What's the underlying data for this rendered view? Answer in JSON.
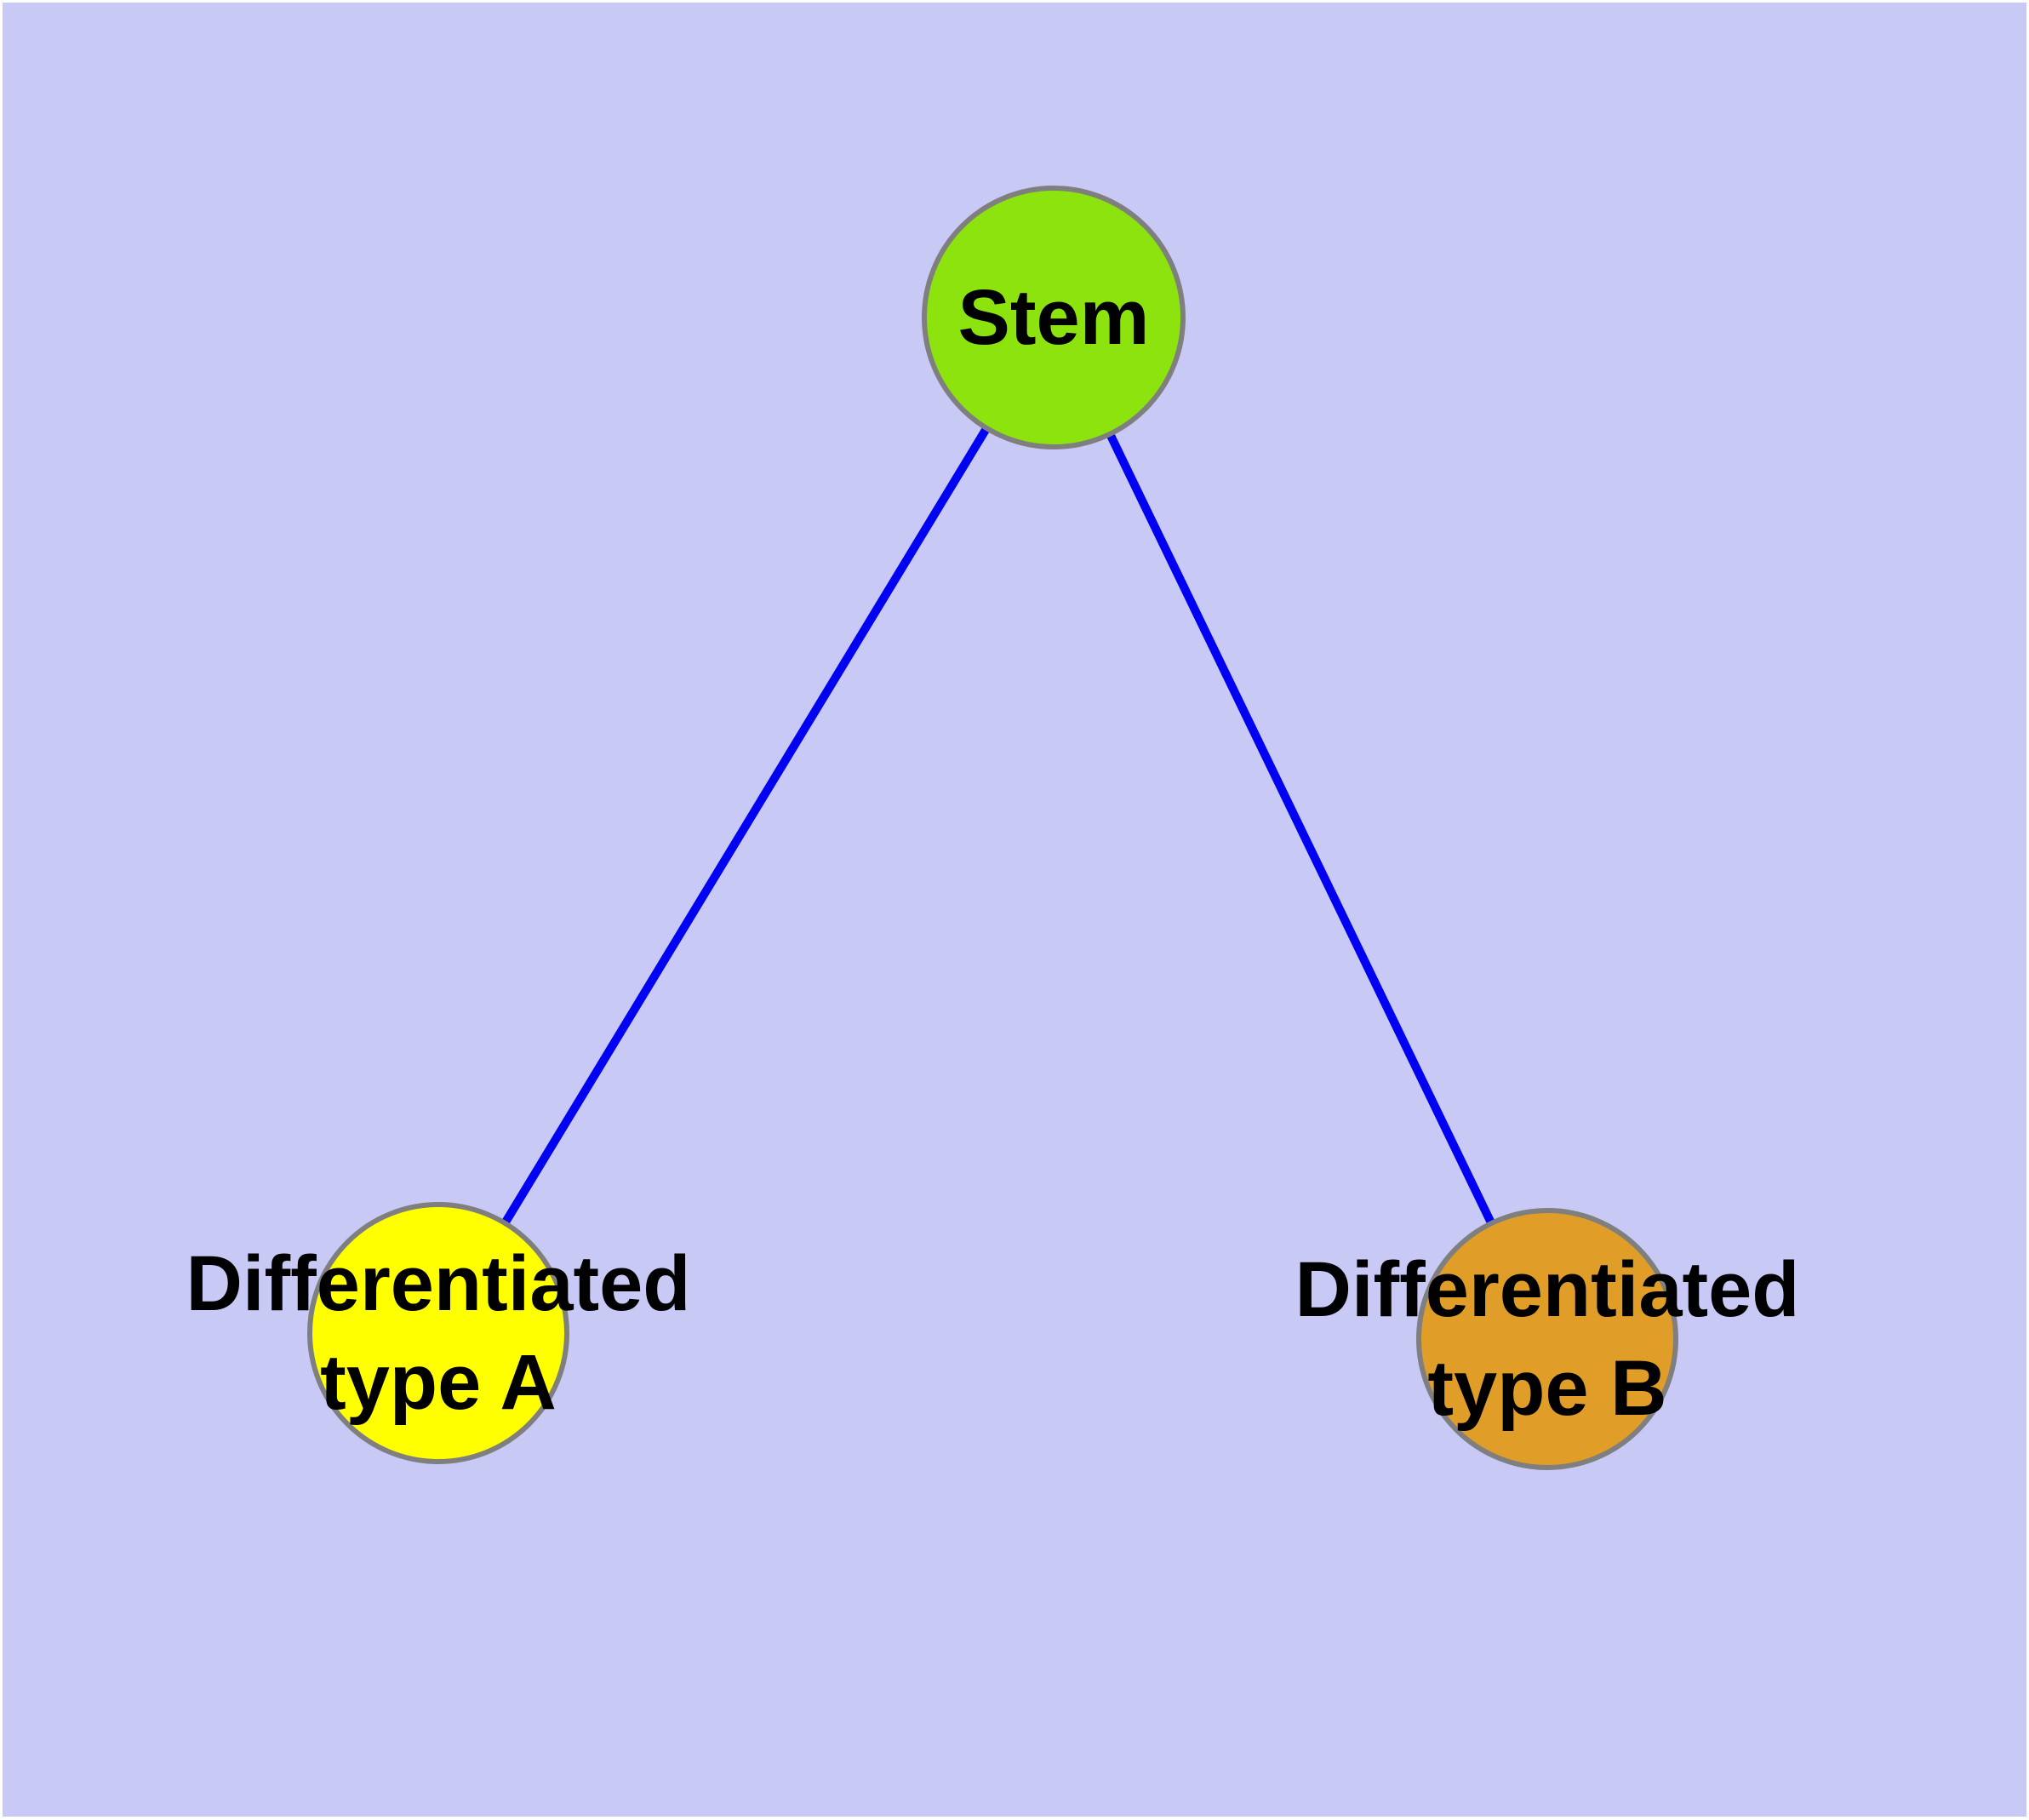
{
  "canvas": {
    "background_color": "#C9C9F6",
    "frame_color": "#FFFFFF",
    "node_border_color": "#7F7F7F",
    "label_color": "#000000"
  },
  "graph": {
    "type": "node-link-diagram",
    "nodes": [
      {
        "id": "stem",
        "label": "Stem",
        "label_lines": [
          "Stem"
        ],
        "fill": "#8CE30E"
      },
      {
        "id": "type_a",
        "label": "Differentiated type A",
        "label_lines": [
          "Differentiated",
          "type A"
        ],
        "fill": "#FFFF00"
      },
      {
        "id": "type_b",
        "label": "Differentiated type B",
        "label_lines": [
          "Differentiated",
          "type B"
        ],
        "fill": "#E09D28"
      }
    ],
    "edges": [
      {
        "from": "stem",
        "to": "type_a",
        "color": "#0202F2"
      },
      {
        "from": "stem",
        "to": "type_b",
        "color": "#0202F2"
      }
    ]
  }
}
